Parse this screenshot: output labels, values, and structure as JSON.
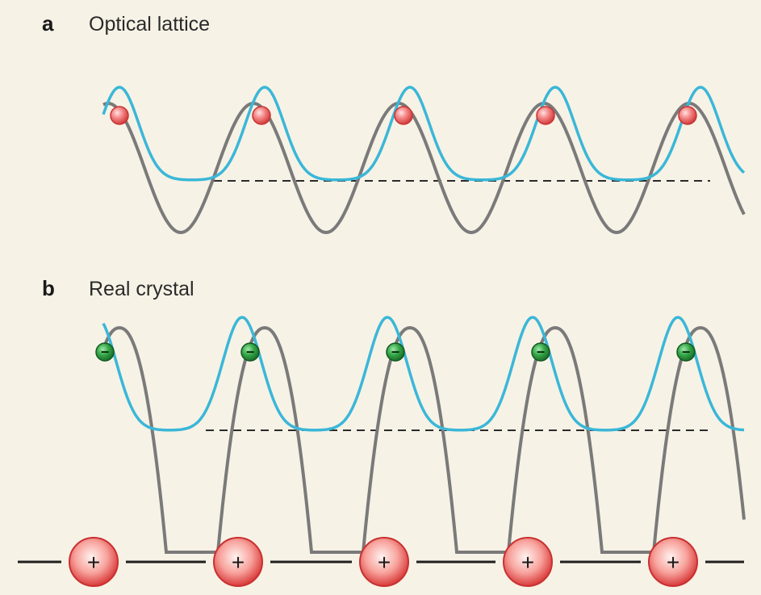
{
  "panels": [
    {
      "letter": "a",
      "title": "Optical lattice",
      "particle_count": 5,
      "particle_charge": ""
    },
    {
      "letter": "b",
      "title": "Real crystal",
      "particle_count": 5,
      "particle_charge": "−",
      "ion_count": 5,
      "ion_charge": "+"
    }
  ],
  "colors": {
    "background": "#f7f2e6",
    "potential": "#7a7a7a",
    "wavefunction": "#3ab7d8",
    "dashed_level": "#2a2a2a",
    "atom": "#ee6b6b",
    "electron": "#2e9b3f",
    "ion": "#ec5a5a"
  }
}
